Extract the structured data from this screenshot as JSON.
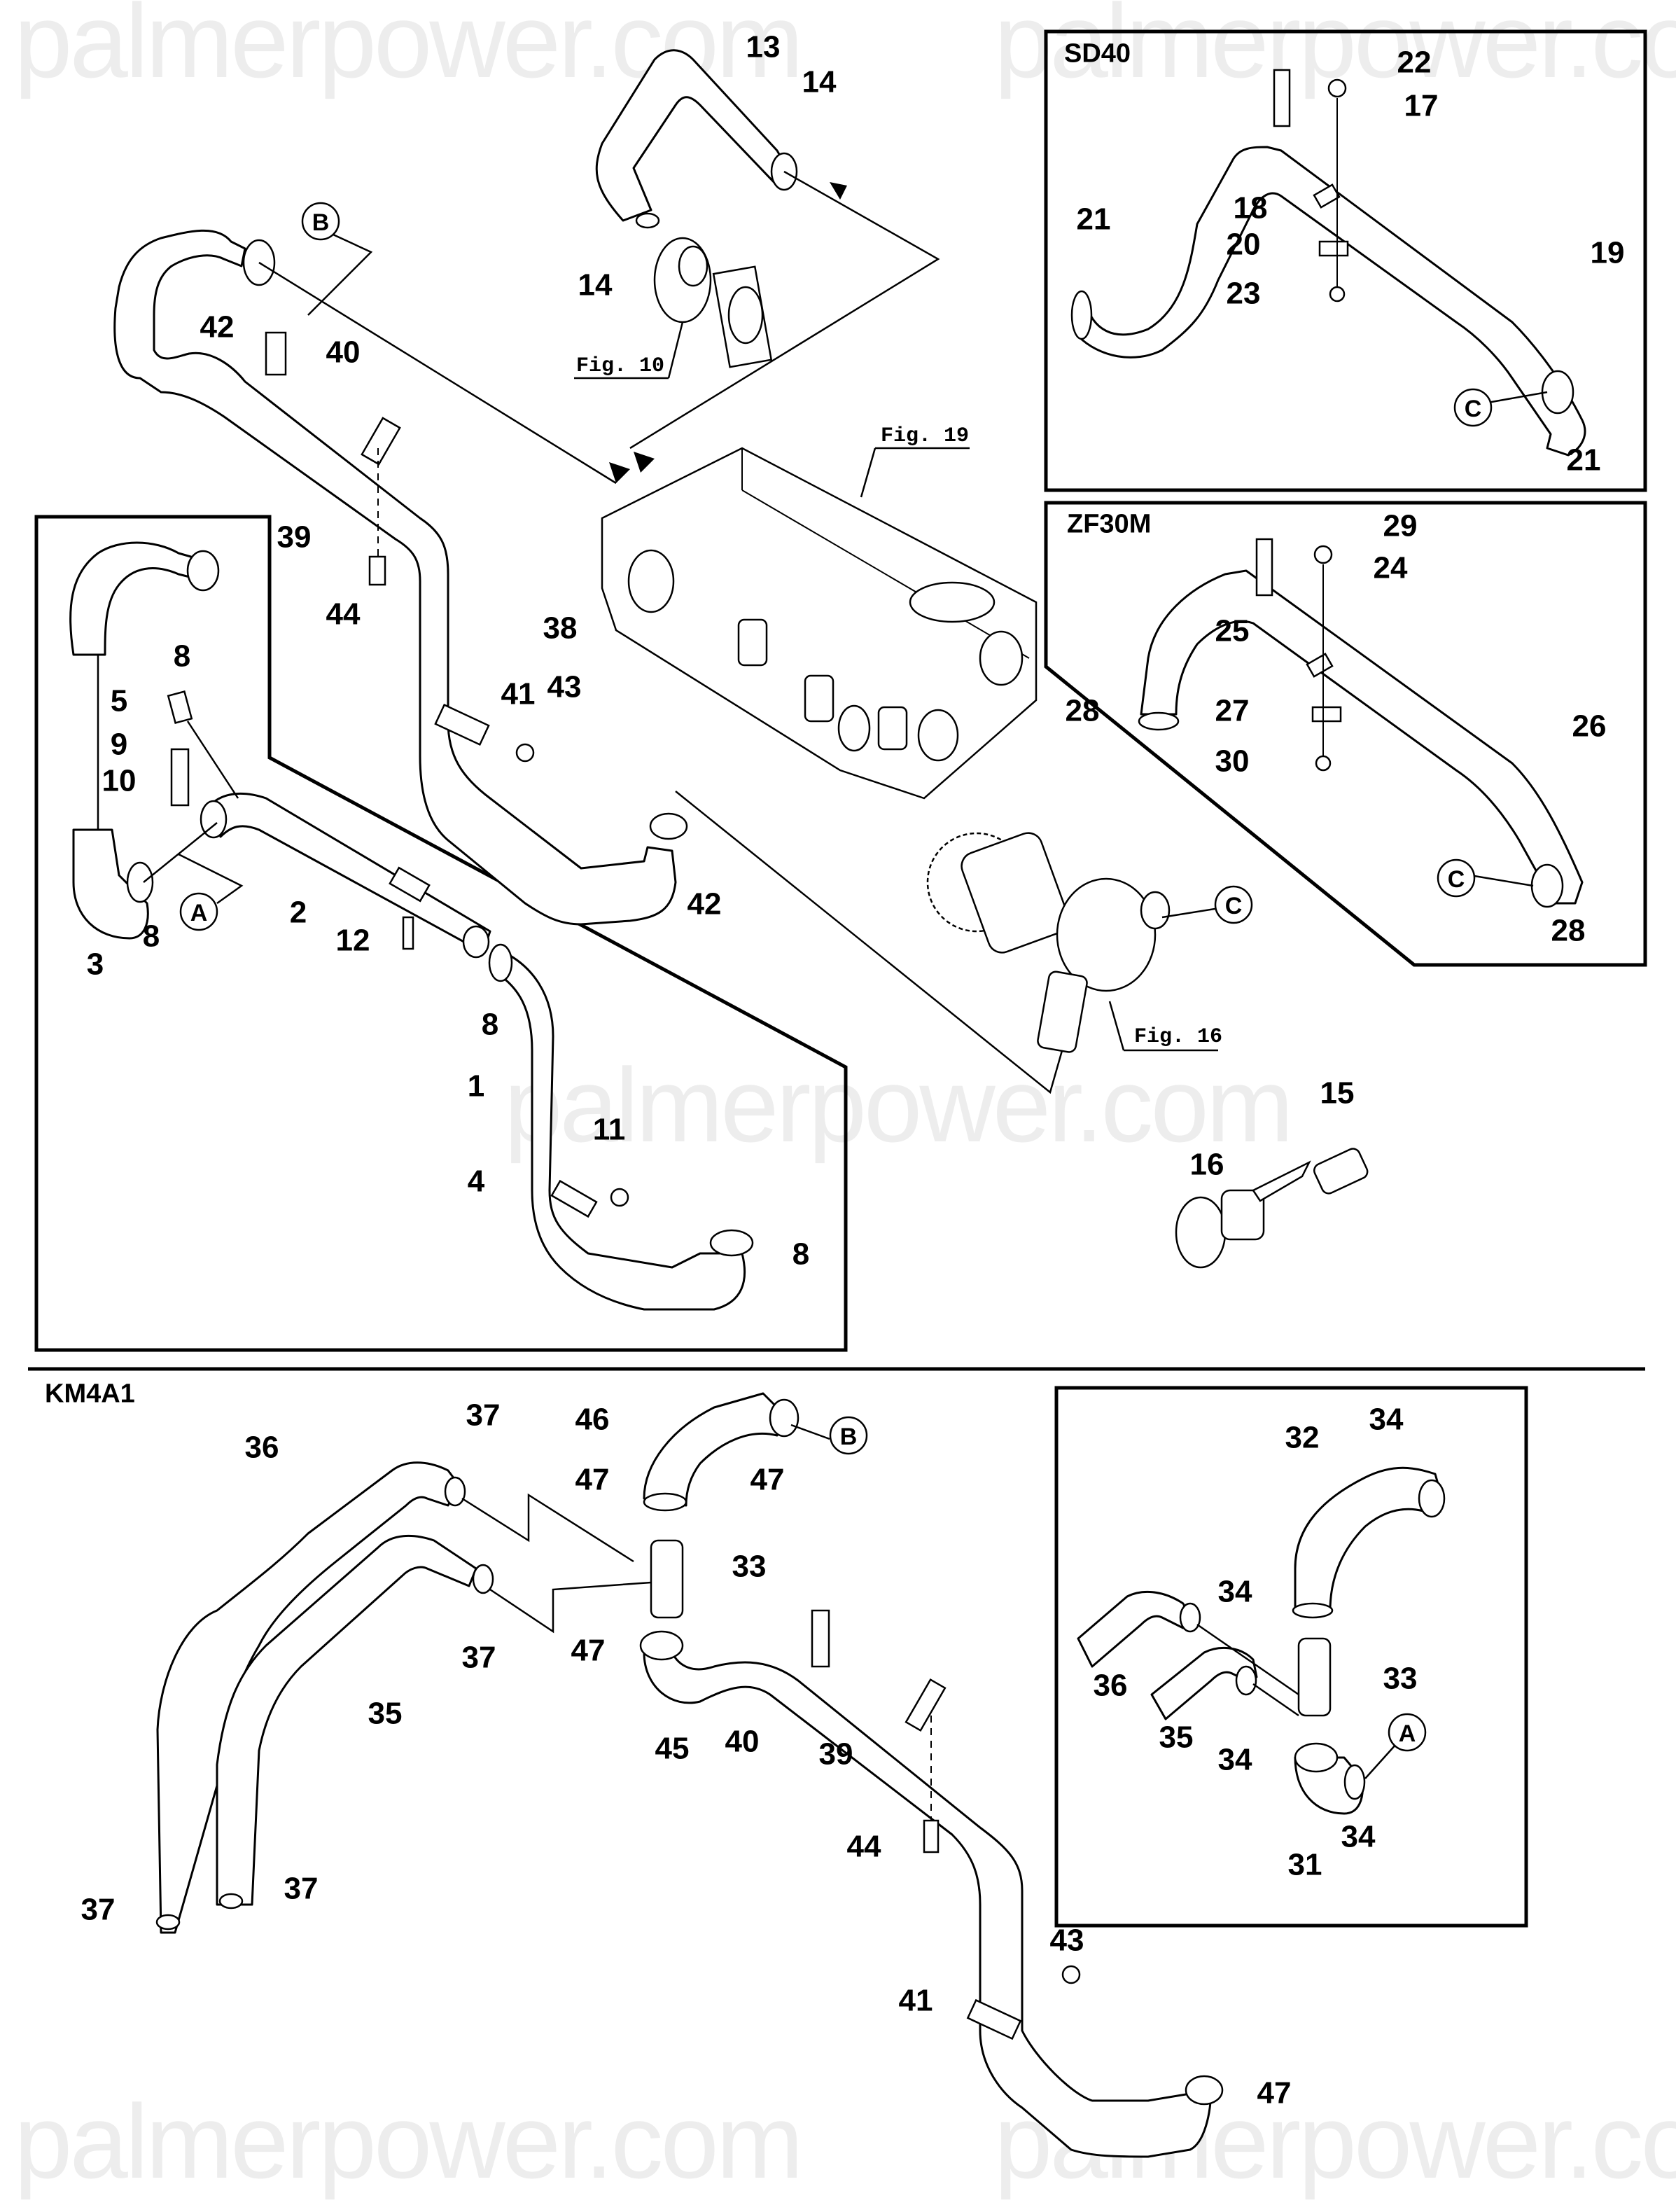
{
  "document": {
    "type": "exploded parts diagram",
    "subject": "cooling water piping",
    "watermark": "palmerpower.com"
  },
  "sections": {
    "main": {
      "label": ""
    },
    "sd40": {
      "label": "SD40"
    },
    "zf30m": {
      "label": "ZF30M"
    },
    "km4a1": {
      "label": "KM4A1"
    }
  },
  "figure_refs": [
    {
      "id": "fig10",
      "text": "Fig. 10"
    },
    {
      "id": "fig19",
      "text": "Fig. 19"
    },
    {
      "id": "fig16",
      "text": "Fig. 16"
    }
  ],
  "connectors": {
    "main_b": "B",
    "main_a": "A",
    "main_c": "C",
    "sd40_c": "C",
    "zf30m_c": "C",
    "km4a1_b": "B",
    "inset_a": "A"
  },
  "callouts": {
    "main": [
      "13",
      "14",
      "14",
      "42",
      "40",
      "39",
      "44",
      "38",
      "41",
      "43",
      "42",
      "8",
      "5",
      "9",
      "10",
      "3",
      "8",
      "2",
      "12",
      "8",
      "1",
      "11",
      "4",
      "8",
      "15",
      "16"
    ],
    "sd40": [
      "22",
      "17",
      "18",
      "21",
      "20",
      "19",
      "23",
      "21"
    ],
    "zf30m": [
      "29",
      "24",
      "25",
      "28",
      "27",
      "26",
      "30",
      "28"
    ],
    "km4a1": [
      "36",
      "37",
      "46",
      "47",
      "47",
      "33",
      "37",
      "47",
      "35",
      "45",
      "40",
      "39",
      "44",
      "37",
      "37",
      "43",
      "41",
      "47"
    ],
    "km4a1_inset": [
      "32",
      "34",
      "34",
      "36",
      "33",
      "35",
      "34",
      "31",
      "34"
    ]
  },
  "parts_index": [
    {
      "no": "1"
    },
    {
      "no": "2"
    },
    {
      "no": "3"
    },
    {
      "no": "4"
    },
    {
      "no": "5"
    },
    {
      "no": "8"
    },
    {
      "no": "9"
    },
    {
      "no": "10"
    },
    {
      "no": "11"
    },
    {
      "no": "12"
    },
    {
      "no": "13"
    },
    {
      "no": "14"
    },
    {
      "no": "15"
    },
    {
      "no": "16"
    },
    {
      "no": "17"
    },
    {
      "no": "18"
    },
    {
      "no": "19"
    },
    {
      "no": "20"
    },
    {
      "no": "21"
    },
    {
      "no": "22"
    },
    {
      "no": "23"
    },
    {
      "no": "24"
    },
    {
      "no": "25"
    },
    {
      "no": "26"
    },
    {
      "no": "27"
    },
    {
      "no": "28"
    },
    {
      "no": "29"
    },
    {
      "no": "30"
    },
    {
      "no": "31"
    },
    {
      "no": "32"
    },
    {
      "no": "33"
    },
    {
      "no": "34"
    },
    {
      "no": "35"
    },
    {
      "no": "36"
    },
    {
      "no": "37"
    },
    {
      "no": "38"
    },
    {
      "no": "39"
    },
    {
      "no": "40"
    },
    {
      "no": "41"
    },
    {
      "no": "42"
    },
    {
      "no": "43"
    },
    {
      "no": "44"
    },
    {
      "no": "45"
    },
    {
      "no": "46"
    },
    {
      "no": "47"
    }
  ]
}
